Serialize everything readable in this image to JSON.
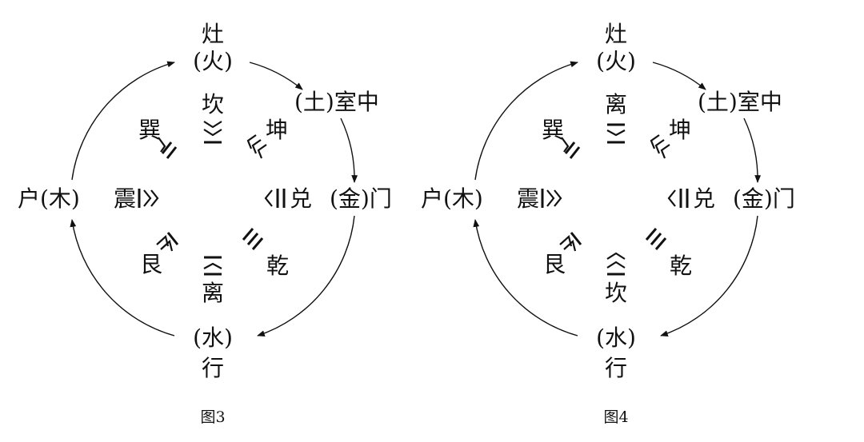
{
  "figures": [
    {
      "caption": "图3",
      "top": [
        "灶",
        "(火)"
      ],
      "right_top": "(土)室中",
      "right": "(金)门",
      "left": "户(木)",
      "bottom": [
        "(水)",
        "行"
      ],
      "tri_top": "坎",
      "tri_topleft": "巽",
      "tri_topright": "坤",
      "tri_left": "震",
      "tri_right": "兑",
      "tri_bottomleft": "艮",
      "tri_bottomright": "乾",
      "tri_bottom": "离"
    },
    {
      "caption": "图4",
      "top": [
        "灶",
        "(火)"
      ],
      "right_top": "(土)室中",
      "right": "(金)门",
      "left": "户(木)",
      "bottom": [
        "(水)",
        "行"
      ],
      "tri_top": "离",
      "tri_topleft": "巽",
      "tri_topright": "坤",
      "tri_left": "震",
      "tri_right": "兑",
      "tri_bottomleft": "艮",
      "tri_bottomright": "乾",
      "tri_bottom": "坎"
    }
  ]
}
